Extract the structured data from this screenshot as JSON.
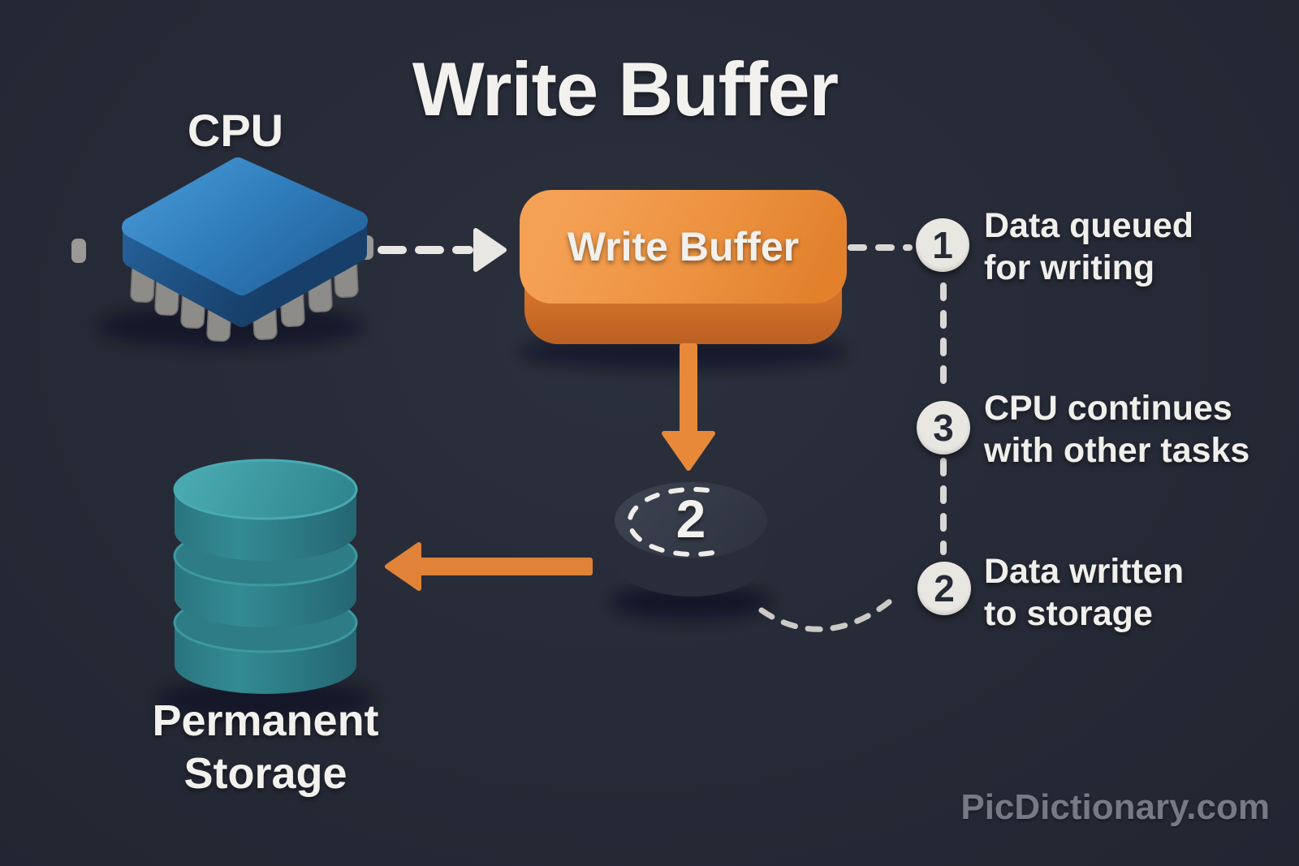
{
  "title": "Write Buffer",
  "cpu": {
    "label": "CPU"
  },
  "buffer_box": {
    "label": "Write Buffer"
  },
  "disk": {
    "step_number": "2"
  },
  "storage": {
    "line1": "Permanent",
    "line2": "Storage"
  },
  "annotations": [
    {
      "number": "1",
      "line1": "Data queued",
      "line2": "for writing"
    },
    {
      "number": "3",
      "line1": "CPU continues",
      "line2": "with other tasks"
    },
    {
      "number": "2",
      "line1": "Data written",
      "line2": "to storage"
    }
  ],
  "watermark": "PicDictionary.com",
  "colors": {
    "background": "#262a36",
    "accent_orange": "#e8893a",
    "chip_blue": "#2f7cba",
    "storage_teal": "#31858e",
    "disk_slate": "#343947",
    "text_light": "#f2f1ee",
    "badge_bg": "#e9e7e2",
    "dash_light": "#e6e4e1",
    "watermark_gray": "#757a85"
  }
}
